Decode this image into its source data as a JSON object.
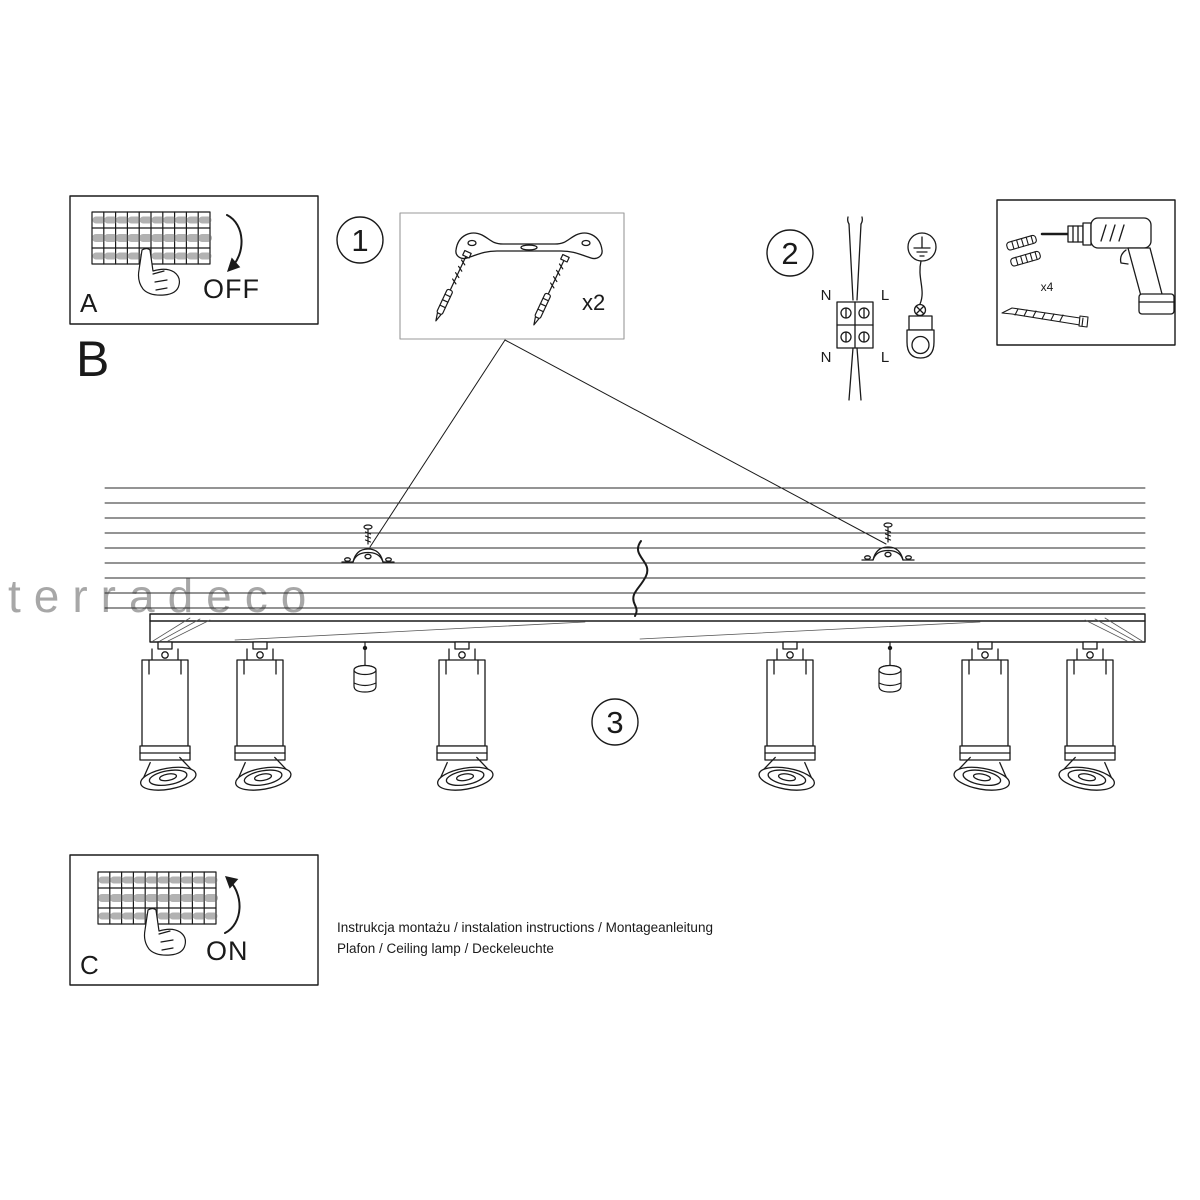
{
  "colors": {
    "line": "#1a1a1a",
    "watermark": "#e8837a",
    "background": "#ffffff",
    "faint_box": "#999999"
  },
  "watermark_text": "terradeco",
  "power_off_box": {
    "label": "A",
    "switch_state": "OFF"
  },
  "section_label": "B",
  "step_1": {
    "number": "1",
    "bracket_quantity": "x2"
  },
  "step_2": {
    "number": "2",
    "wire_labels": {
      "n_top": "N",
      "l_top": "L",
      "n_bottom": "N",
      "l_bottom": "L"
    }
  },
  "tools_box": {
    "anchor_quantity": "x4"
  },
  "step_3": {
    "number": "3"
  },
  "power_on_box": {
    "label": "C",
    "switch_state": "ON"
  },
  "footer": {
    "line_1": "Instrukcja montażu / instalation instructions / Montageanleitung",
    "line_2": "Plafon / Ceiling lamp / Deckeleuchte"
  }
}
